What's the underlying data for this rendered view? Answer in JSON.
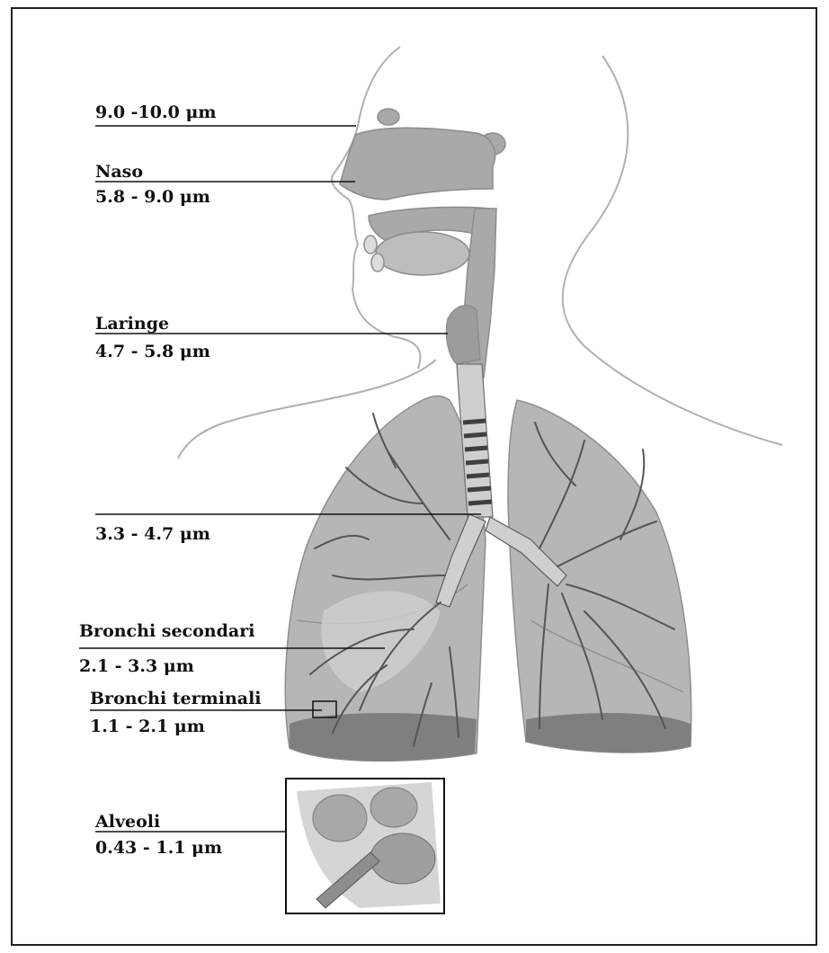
{
  "labels": {
    "nasal_top": "9.0 -10.0  μm",
    "naso_name": "Naso",
    "naso_range": "5.8 - 9.0  μm",
    "laringe_name": "Laringe",
    "laringe_range": "4.7 - 5.8  μm",
    "trachea_range": "3.3 - 4.7  μm",
    "bronchi_sec_name": "Bronchi secondari",
    "bronchi_sec_range": "2.1 - 3.3  μm",
    "bronchi_term_name": "Bronchi terminali",
    "bronchi_term_range": "1.1 - 2.1  μm",
    "alveoli_name": "Alveoli",
    "alveoli_range": "0.43 - 1.1  μm"
  },
  "colors": {
    "lung_fill": "#b9b9b9",
    "lung_shadow": "#8a8a8a",
    "airway_fill": "#a8a8a8",
    "bronchi_tree": "#5a5a5a",
    "outline": "#9a9a9a",
    "leader_line": "#111111"
  }
}
